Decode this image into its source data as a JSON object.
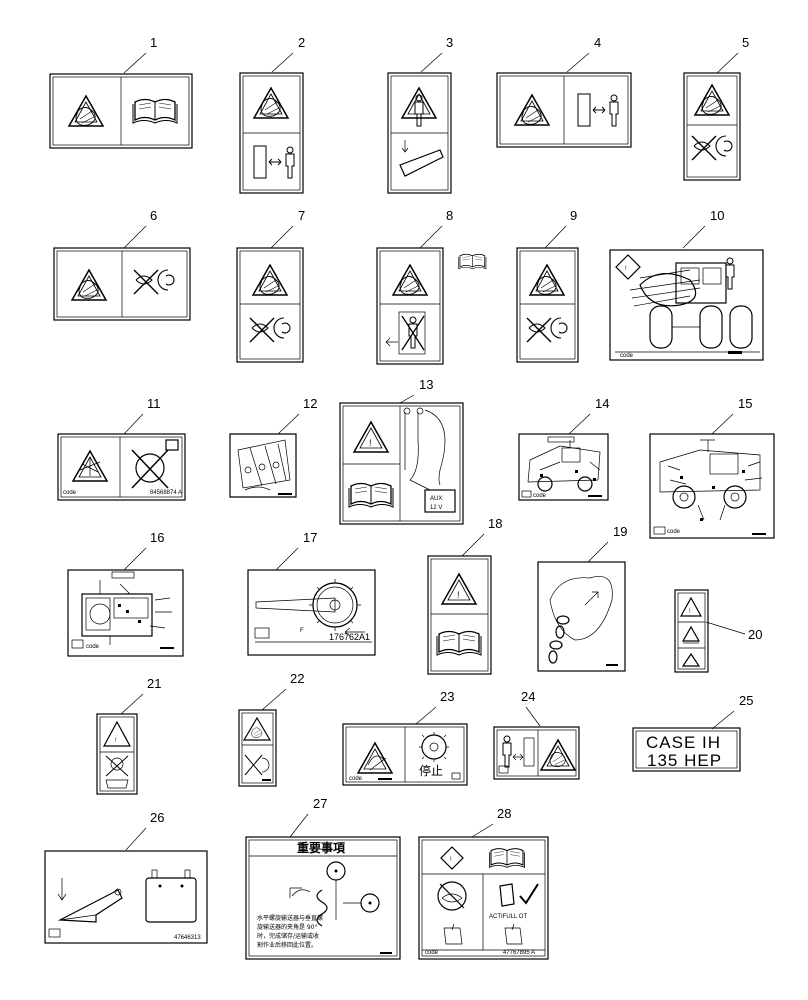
{
  "callouts": [
    "1",
    "2",
    "3",
    "4",
    "5",
    "6",
    "7",
    "8",
    "9",
    "10",
    "11",
    "12",
    "13",
    "14",
    "15",
    "16",
    "17",
    "18",
    "19",
    "20",
    "21",
    "22",
    "23",
    "24",
    "25",
    "26",
    "27",
    "28"
  ],
  "decal_text": {
    "d10_code": "code",
    "d11_part": "84568874 A",
    "d11_code": "code",
    "d13_aux": "AUX",
    "d13_volt": "12 V",
    "d14_code": "code",
    "d15_code": "code",
    "d16_code": "code",
    "d17_part": "176762A1",
    "d23_code": "code",
    "d23_stop": "停止",
    "d25_line1": "CASE IH",
    "d25_line2": "135 HEP",
    "d26_part": "47646313",
    "d27_title": "重要事項",
    "d27_l1": "水平螺旋输送器与垂直螺",
    "d27_l2": "旋输送器的夹角是 90°",
    "d27_l3": "时，完成储存/运输或收",
    "d27_l4": "割作业后移回此位置。",
    "d28_actifull": "ACTIFULL OT",
    "d28_code": "code",
    "d28_part": "47767895 A"
  }
}
